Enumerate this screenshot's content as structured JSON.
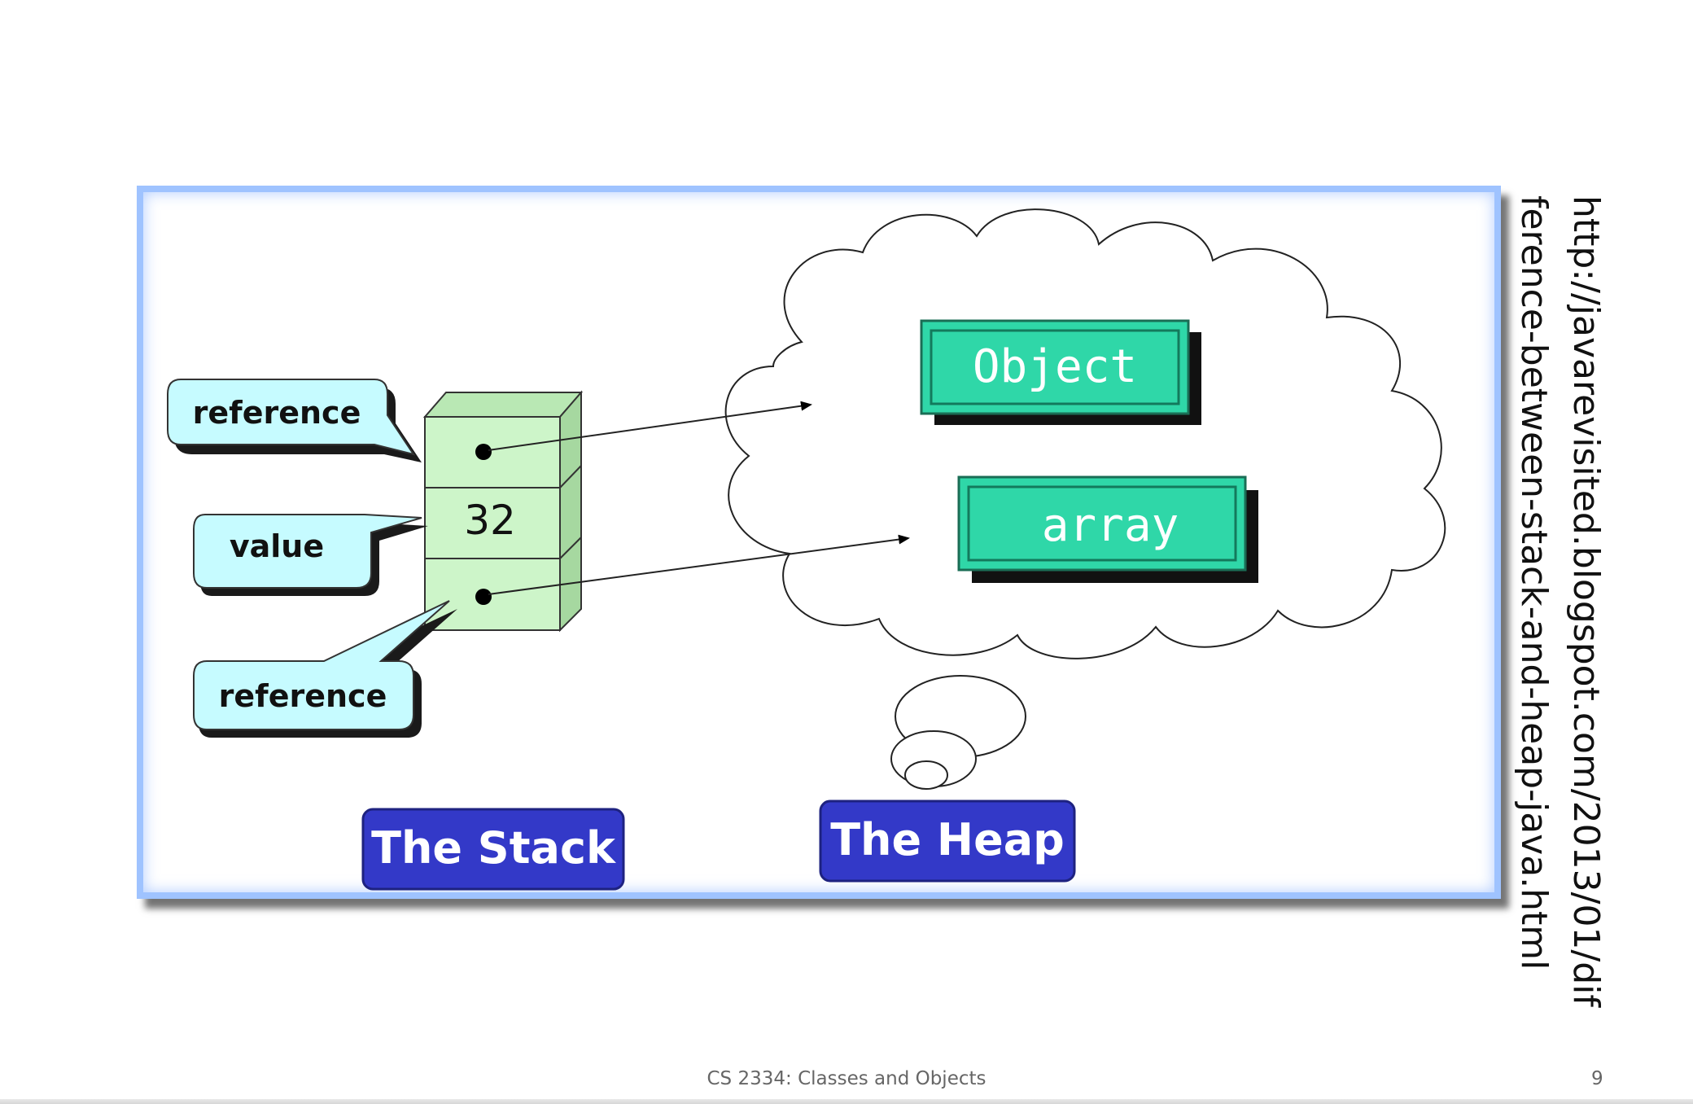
{
  "diagram": {
    "callouts": {
      "reference_top": "reference",
      "value": "value",
      "reference_bottom": "reference"
    },
    "stack_cell_value": "32",
    "heap_items": {
      "object": "Object",
      "array": "array"
    },
    "labels": {
      "stack": "The Stack",
      "heap": "The Heap"
    },
    "colors": {
      "frame_border": "#9fc3ff",
      "stack_cell": "#cdf5c9",
      "callout_fill": "#c6fbff",
      "heap_box": "#2fd7a8",
      "label_box": "#3339c8"
    }
  },
  "source_url": {
    "line1": "http://javarevisited.blogspot.com/2013/01/dif",
    "line2": "ference-between-stack-and-heap-java.html"
  },
  "footer": {
    "course": "CS 2334: Classes and Objects",
    "page": "9"
  }
}
